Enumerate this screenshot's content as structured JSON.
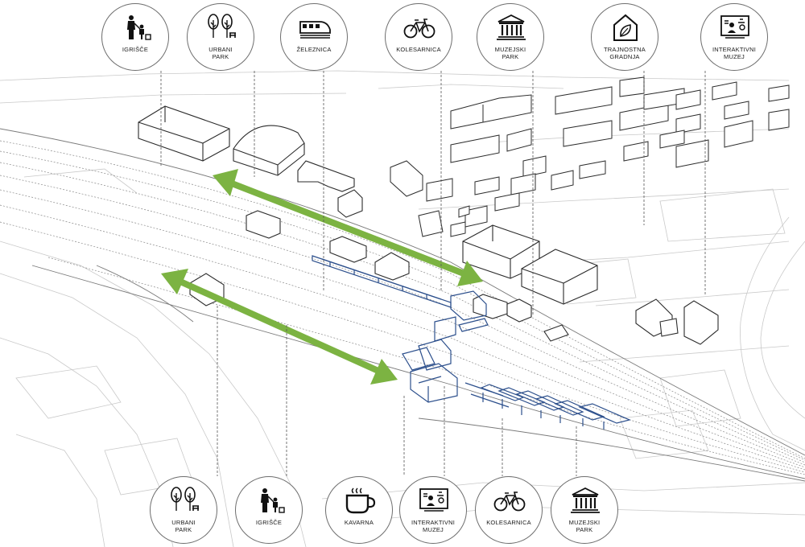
{
  "top_badges": [
    {
      "id": "igrisce",
      "icon": "playground-icon",
      "lines": [
        "IGRIŠČE"
      ]
    },
    {
      "id": "urbani-park",
      "icon": "park-trees-icon",
      "lines": [
        "URBANI",
        "PARK"
      ]
    },
    {
      "id": "zeleznica",
      "icon": "train-icon",
      "lines": [
        "ŽELEZNICA"
      ]
    },
    {
      "id": "kolesarnica",
      "icon": "bicycle-icon",
      "lines": [
        "KOLESARNICA"
      ]
    },
    {
      "id": "muzejski-park",
      "icon": "museum-icon",
      "lines": [
        "MUZEJSKI",
        "PARK"
      ]
    },
    {
      "id": "trajnostna-gradnja",
      "icon": "sustainable-house-icon",
      "lines": [
        "TRAJNOSTNA",
        "GRADNJA"
      ]
    },
    {
      "id": "interaktivni-muzej",
      "icon": "interactive-screen-icon",
      "lines": [
        "INTERAKTIVNI",
        "MUZEJ"
      ]
    }
  ],
  "bottom_badges": [
    {
      "id": "urbani-park",
      "icon": "park-trees-icon",
      "lines": [
        "URBANI",
        "PARK"
      ]
    },
    {
      "id": "igrisce",
      "icon": "playground-icon",
      "lines": [
        "IGRIŠČE"
      ]
    },
    {
      "id": "kavarna",
      "icon": "coffee-cup-icon",
      "lines": [
        "KAVARNA"
      ]
    },
    {
      "id": "interaktivni-muzej",
      "icon": "interactive-screen-icon",
      "lines": [
        "INTERAKTIVNI",
        "MUZEJ"
      ]
    },
    {
      "id": "kolesarnica",
      "icon": "bicycle-icon",
      "lines": [
        "KOLESARNICA"
      ]
    },
    {
      "id": "muzejski-park",
      "icon": "museum-icon",
      "lines": [
        "MUZEJSKI",
        "PARK"
      ]
    }
  ],
  "colors": {
    "arrow": "#7cb342",
    "station": "#2c4f8c",
    "linework": "#9a9a9a",
    "buildings": "#2b2b2b",
    "badge_border": "#6e6e6e"
  }
}
